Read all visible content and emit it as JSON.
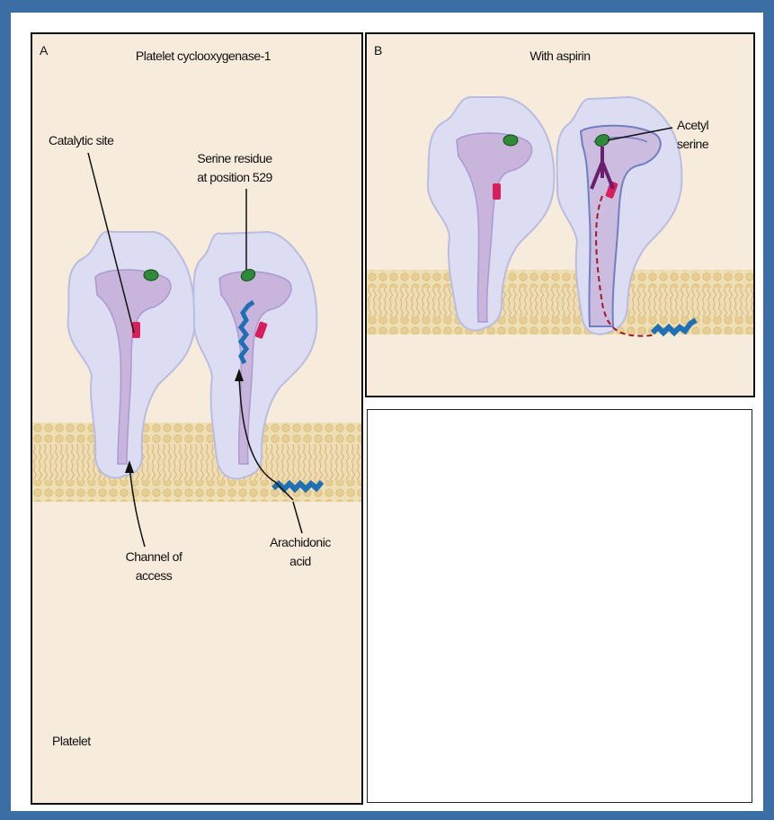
{
  "panel_a": {
    "letter": "A",
    "title": "Platelet cyclooxygenase-1",
    "catalytic_site": "Catalytic site",
    "serine_line1": "Serine residue",
    "serine_line2": "at position 529",
    "channel_line1": "Channel of",
    "channel_line2": "access",
    "arachidonic_line1": "Arachidonic",
    "arachidonic_line2": "acid",
    "platelet": "Platelet"
  },
  "panel_b": {
    "letter": "B",
    "title": "With aspirin",
    "acetyl_line1": "Acetyl",
    "acetyl_line2": "serine"
  },
  "colors": {
    "background": "#3a6ea5",
    "panel_fill": "#f7ebdc",
    "membrane": "#ecd9a8",
    "protein": "#dcdcf2",
    "protein_outline": "#b9bde0",
    "channel": "#c9b4dc",
    "catalytic_site": "#d81e5b",
    "serine": "#2f8a3a",
    "arachidonic_acid": "#1f6fb5",
    "acetyl": "#6a1f6e",
    "blocked_path": "#a01a2a"
  }
}
